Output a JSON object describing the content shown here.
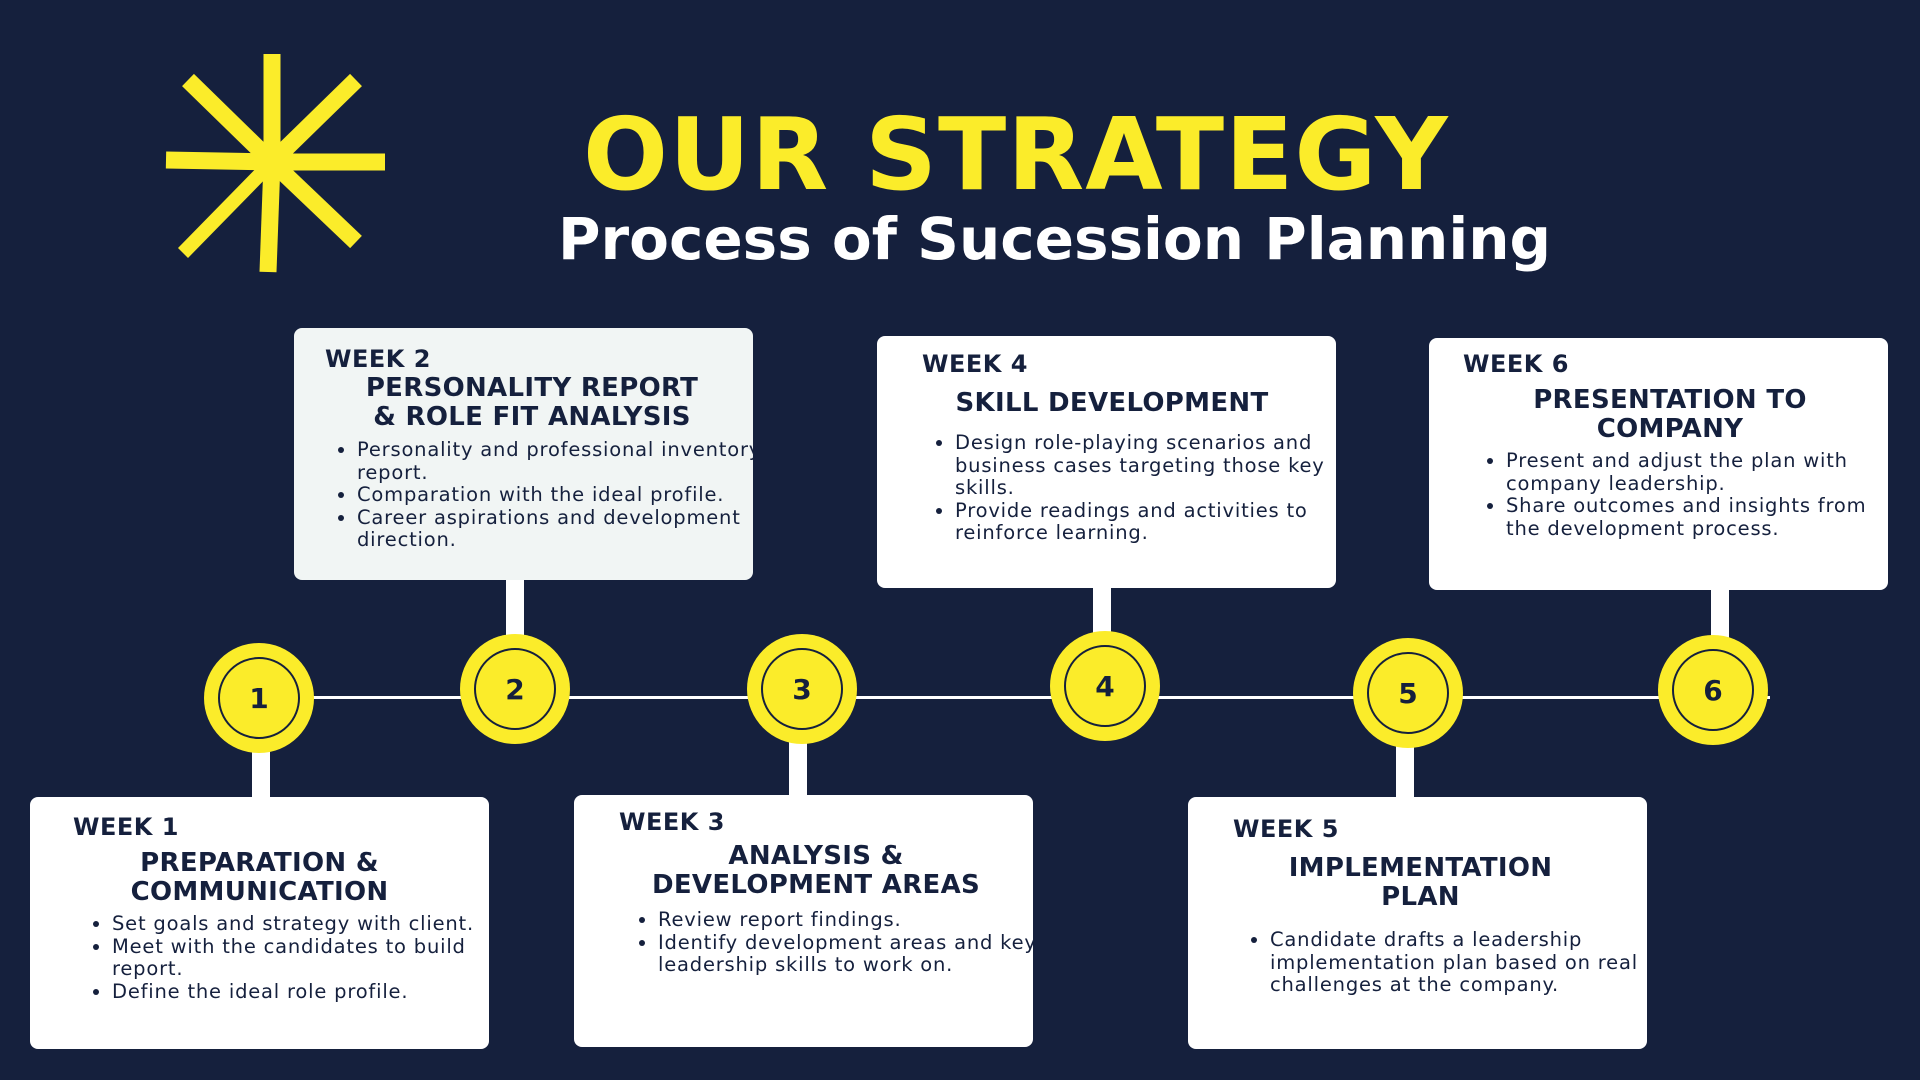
{
  "header": {
    "title": "OUR STRATEGY",
    "subtitle": "Process of Sucession Planning"
  },
  "colors": {
    "background": "#15203d",
    "accent": "#fbec2a",
    "card": "#ffffff",
    "card_tinted": "#f1f5f4",
    "text_dark": "#15203d"
  },
  "logo": {
    "icon": "starburst-icon"
  },
  "steps": [
    {
      "number": "1",
      "week": "WEEK 1",
      "heading": [
        "PREPARATION &",
        "COMMUNICATION"
      ],
      "items": [
        "Set goals and strategy with client.",
        "Meet with the candidates to build report.",
        "Define the ideal role profile."
      ]
    },
    {
      "number": "2",
      "week": "WEEK 2",
      "heading": [
        "PERSONALITY REPORT",
        "& ROLE FIT ANALYSIS"
      ],
      "items": [
        "Personality and professional inventory report.",
        "Comparation with the ideal profile.",
        "Career aspirations and development direction."
      ]
    },
    {
      "number": "3",
      "week": "WEEK 3",
      "heading": [
        "ANALYSIS &",
        "DEVELOPMENT AREAS"
      ],
      "items": [
        "Review report findings.",
        "Identify development areas and key leadership skills to work on."
      ]
    },
    {
      "number": "4",
      "week": "WEEK 4",
      "heading": [
        "SKILL DEVELOPMENT"
      ],
      "items": [
        "Design role-playing scenarios and business cases targeting those key skills.",
        "Provide readings and activities to reinforce learning."
      ]
    },
    {
      "number": "5",
      "week": "WEEK 5",
      "heading": [
        "IMPLEMENTATION",
        "PLAN"
      ],
      "items": [
        "Candidate drafts a leadership implementation plan based on real challenges at the company."
      ]
    },
    {
      "number": "6",
      "week": "WEEK 6",
      "heading": [
        "PRESENTATION TO",
        "COMPANY"
      ],
      "items": [
        "Present and adjust the plan with company leadership.",
        "Share outcomes and insights from the development process."
      ]
    }
  ]
}
